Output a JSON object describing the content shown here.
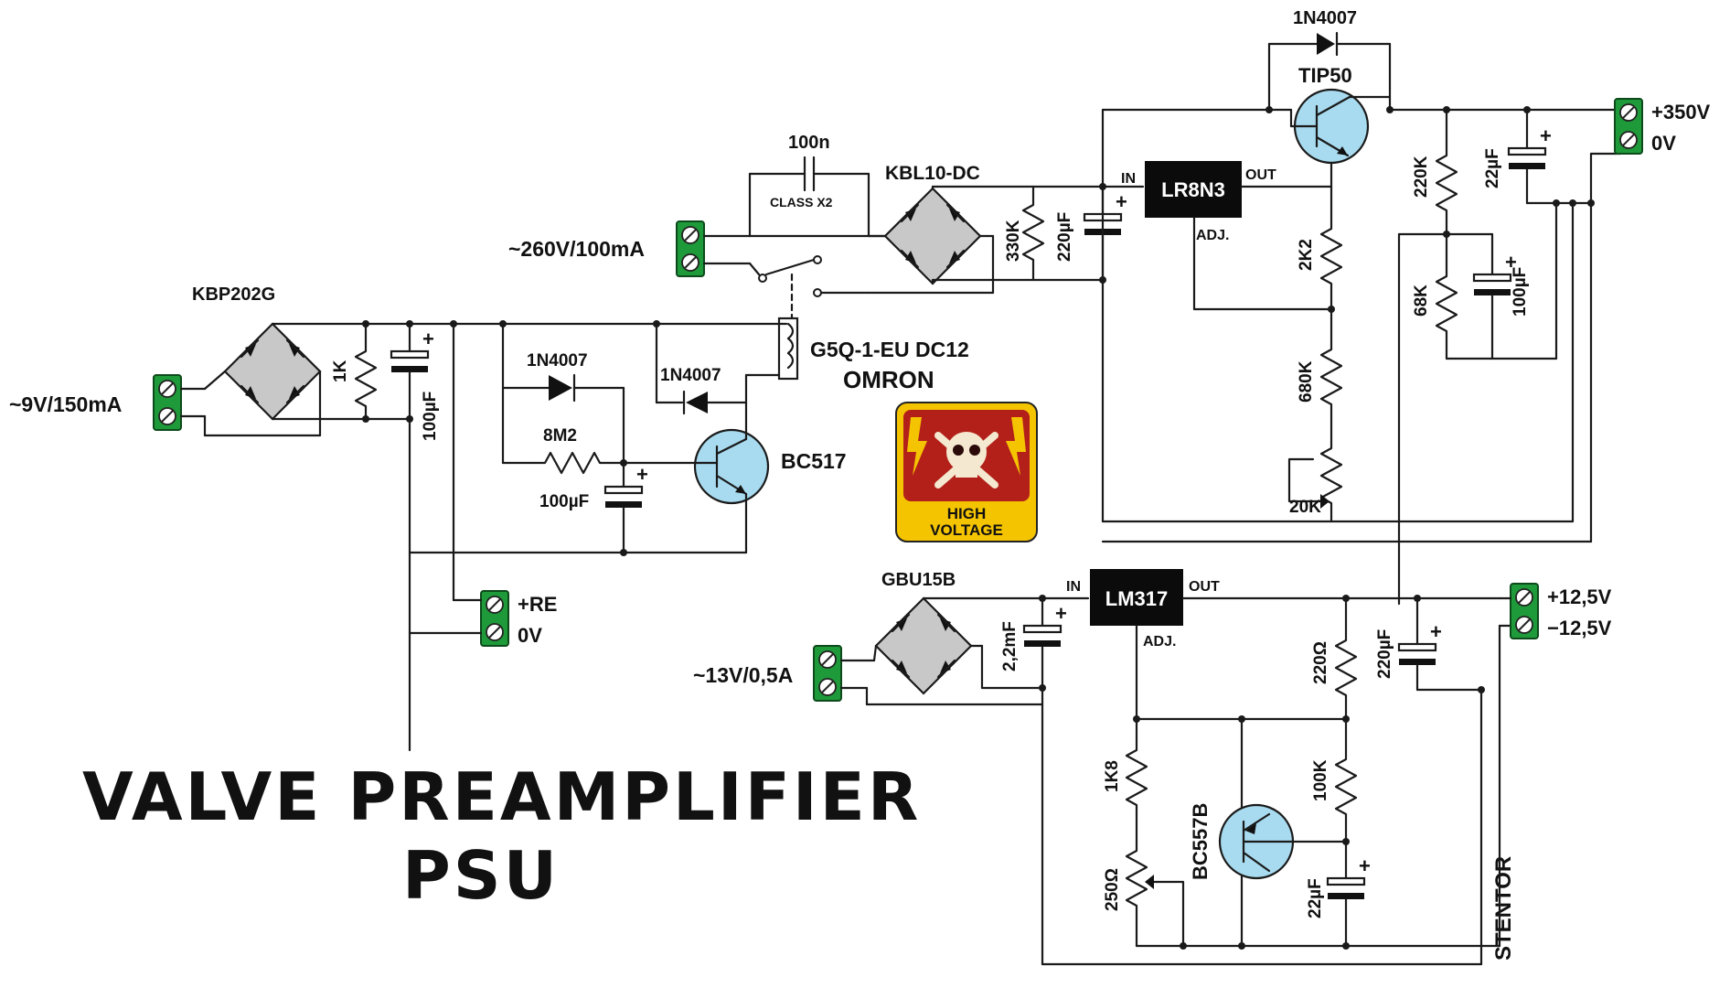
{
  "title": {
    "line1": "VALVE PREAMPLIFIER",
    "line2": "PSU"
  },
  "signature": "STENTOR",
  "warning_sign": {
    "line1": "HIGH",
    "line2": "VOLTAGE",
    "colors": {
      "background": "#b3201a",
      "accent": "#f5c400"
    }
  },
  "inputs": {
    "in_260v": "~260V/100mA",
    "in_9v": "~9V/150mA",
    "in_13v": "~13V/0,5A"
  },
  "outputs": {
    "hv_pos": "+350V",
    "hv_zero": "0V",
    "re_pos": "+RE",
    "re_zero": "0V",
    "lv_pos": "+12,5V",
    "lv_neg": "−12,5V"
  },
  "components": {
    "c_100n": "100n",
    "c_class": "CLASS X2",
    "bridge_hv": "KBL10-DC",
    "bridge_relay": "KBP202G",
    "bridge_lv": "GBU15B",
    "relay_part": "G5Q-1-EU DC12",
    "relay_brand": "OMRON",
    "d_top": "1N4007",
    "d_relay1": "1N4007",
    "d_relay2": "1N4007",
    "q_tip50": "TIP50",
    "q_bc517": "BC517",
    "q_bc557b": "BC557B",
    "ic_lr8n3": "LR8N3",
    "ic_lm317": "LM317",
    "pin_in_1": "IN",
    "pin_out_1": "OUT",
    "pin_adj_1": "ADJ.",
    "pin_in_2": "IN",
    "pin_out_2": "OUT",
    "pin_adj_2": "ADJ.",
    "r_330k": "330K",
    "c_220uf_hv": "220µF",
    "r_2k2": "2K2",
    "r_680k": "680K",
    "pot_20k": "20K",
    "r_220k": "220K",
    "c_22uf_out": "22µF",
    "r_68k": "68K",
    "c_100uf_hv": "100µF",
    "r_1k": "1K",
    "c_100uf_relay": "100µF",
    "r_8m2": "8M2",
    "c_100uf_timer": "100µF",
    "c_2m2": "2,2mF",
    "r_220ohm": "220Ω",
    "c_220uf_lv": "220µF",
    "r_1k8": "1K8",
    "pot_250": "250Ω",
    "r_100k": "100K",
    "c_22uf_lv": "22µF"
  }
}
